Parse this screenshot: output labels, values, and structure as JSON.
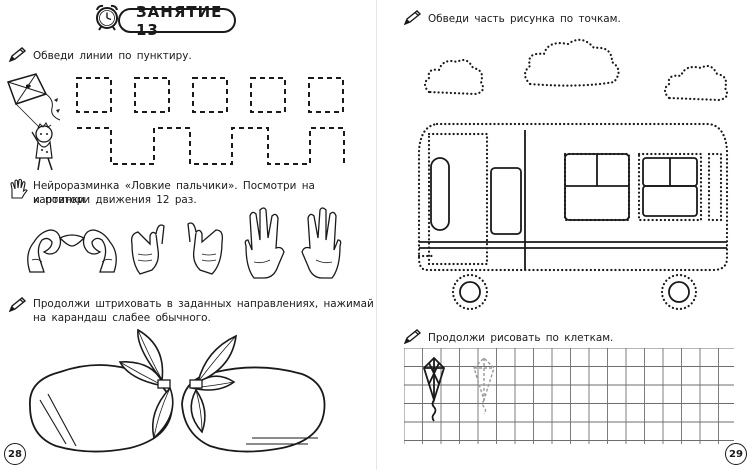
{
  "lesson": {
    "title": "ЗАНЯТИЕ 13"
  },
  "left_page": {
    "task1": "Обведи линии по пунктиру.",
    "task2_line1": "Нейроразминка «Ловкие пальчики». Посмотри на картинки",
    "task2_line2": "и повтори движения 12 раз.",
    "task3_line1": "Продолжи штриховать в заданных направлениях, нажимай",
    "task3_line2": "на карандаш слабее обычного.",
    "page_number": "28"
  },
  "right_page": {
    "task1": "Обведи часть рисунка по точкам.",
    "task2": "Продолжи рисовать по клеткам.",
    "page_number": "29"
  },
  "icons": {
    "task_marker": "pencil-icon",
    "warmup_marker": "hand-icon",
    "lesson_marker": "alarm-clock-icon"
  }
}
